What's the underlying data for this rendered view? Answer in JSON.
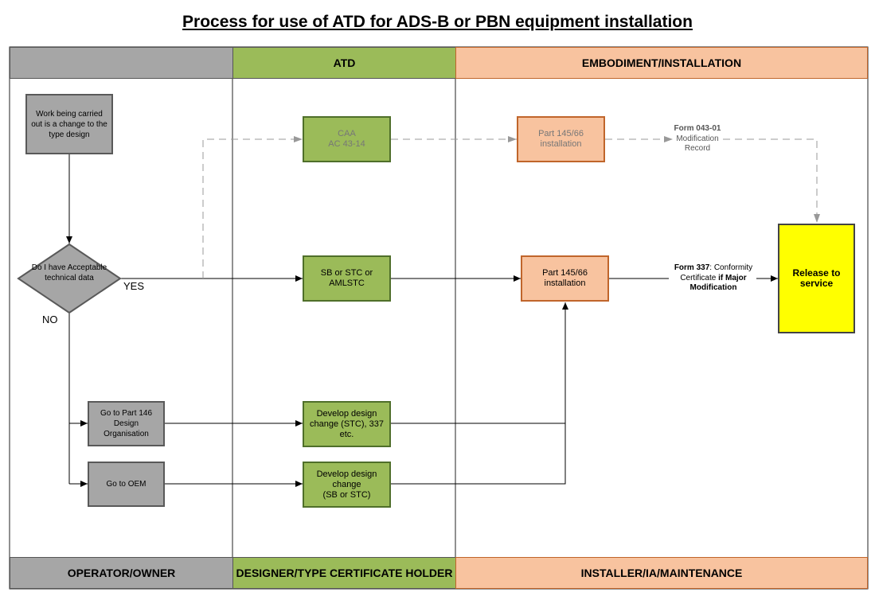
{
  "title": "Process for use of ATD for ADS-B or PBN equipment installation",
  "lanes": {
    "top": {
      "col1": "",
      "col2": "ATD",
      "col3": "EMBODIMENT/INSTALLATION"
    },
    "bottom": {
      "col1": "OPERATOR/OWNER",
      "col2": "DESIGNER/TYPE CERTIFICATE HOLDER",
      "col3": "INSTALLER/IA/MAINTENANCE"
    }
  },
  "nodes": {
    "work": "Work being carried out is a change to the type design",
    "decision": "Do I have Acceptable technical data",
    "caa_line1": "CAA",
    "caa_line2": "AC 43-14",
    "part145_top": "Part 145/66 installation",
    "sb_stc": "SB or STC or AMLSTC",
    "part145_mid": "Part 145/66 installation",
    "release": "Release to service",
    "part146": "Go to Part 146 Design Organisation",
    "oem": "Go to OEM",
    "dev1": "Develop design change (STC), 337 etc.",
    "dev2_line1": "Develop design change",
    "dev2_line2": "(SB or STC)"
  },
  "labels": {
    "yes": "YES",
    "no": "NO",
    "form043_bold": "Form 043-01",
    "form043_rest_1": "Modification",
    "form043_rest_2": "Record",
    "form337_bold": "Form 337",
    "form337_rest": ": Conformity",
    "form337_line2a": "Certificate",
    "form337_line2b": " if Major",
    "form337_line3": "Modification"
  },
  "colors": {
    "operator_lane": "#a6a6a6",
    "designer_lane": "#9bbb59",
    "installer_lane": "#f8c39f",
    "release_box": "#ffff00"
  }
}
